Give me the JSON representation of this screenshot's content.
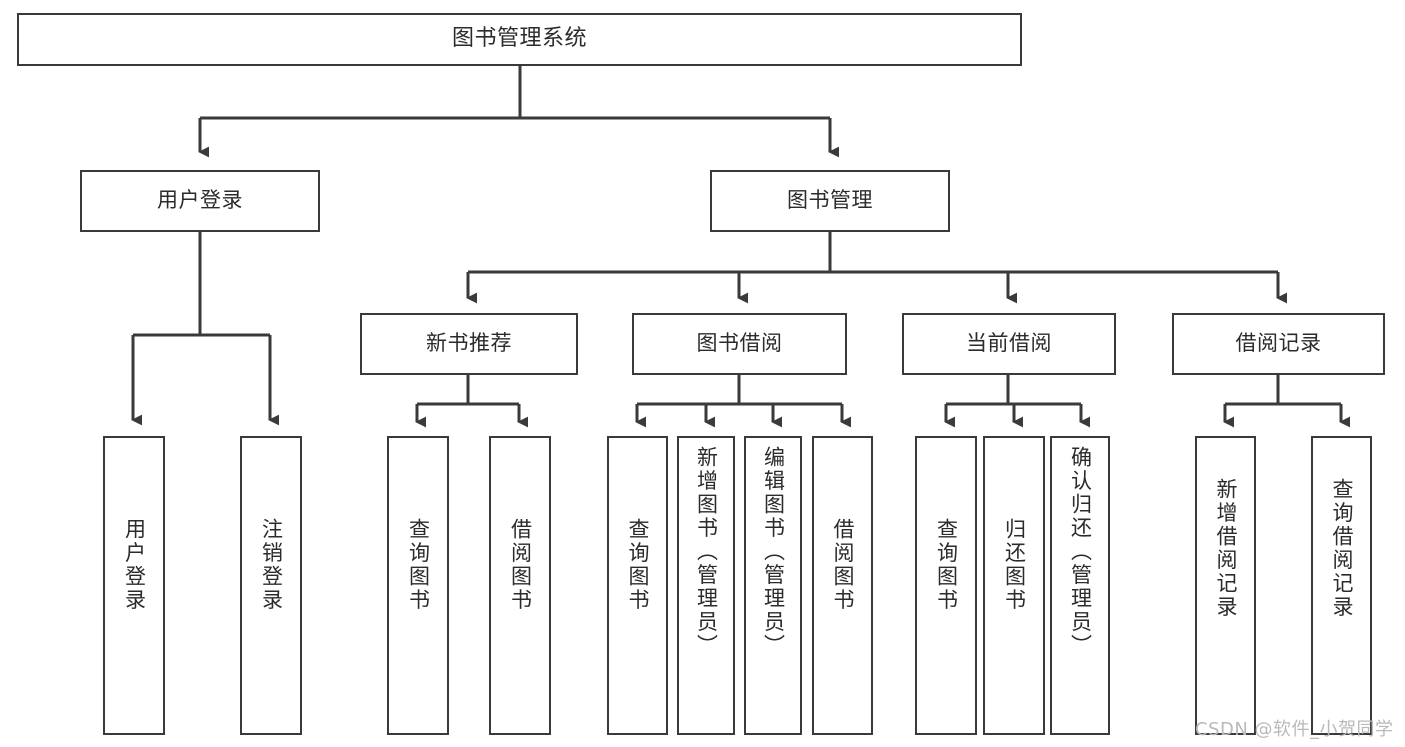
{
  "diagram": {
    "title": "图书管理系统",
    "type": "tree-hierarchy",
    "root": {
      "label": "图书管理系统"
    },
    "level1": [
      {
        "id": "user-login",
        "label": "用户登录"
      },
      {
        "id": "book-management",
        "label": "图书管理"
      }
    ],
    "level2": [
      {
        "id": "new-book-recommend",
        "label": "新书推荐",
        "parent": "book-management"
      },
      {
        "id": "book-borrow",
        "label": "图书借阅",
        "parent": "book-management"
      },
      {
        "id": "current-borrow",
        "label": "当前借阅",
        "parent": "book-management"
      },
      {
        "id": "borrow-record",
        "label": "借阅记录",
        "parent": "book-management"
      }
    ],
    "leaves": [
      {
        "id": "leaf-user-login",
        "label": "用户登录",
        "parent": "user-login"
      },
      {
        "id": "leaf-logout",
        "label": "注销登录",
        "parent": "user-login"
      },
      {
        "id": "leaf-query-book-1",
        "label": "查询图书",
        "parent": "new-book-recommend"
      },
      {
        "id": "leaf-borrow-book-1",
        "label": "借阅图书",
        "parent": "new-book-recommend"
      },
      {
        "id": "leaf-query-book-2",
        "label": "查询图书",
        "parent": "book-borrow"
      },
      {
        "id": "leaf-add-book",
        "label": "新增图书（管理员）",
        "parent": "book-borrow"
      },
      {
        "id": "leaf-edit-book",
        "label": "编辑图书（管理员）",
        "parent": "book-borrow"
      },
      {
        "id": "leaf-borrow-book-2",
        "label": "借阅图书",
        "parent": "book-borrow"
      },
      {
        "id": "leaf-query-book-3",
        "label": "查询图书",
        "parent": "current-borrow"
      },
      {
        "id": "leaf-return-book",
        "label": "归还图书",
        "parent": "current-borrow"
      },
      {
        "id": "leaf-confirm-return",
        "label": "确认归还（管理员）",
        "parent": "current-borrow"
      },
      {
        "id": "leaf-add-record",
        "label": "新增借阅记录",
        "parent": "borrow-record"
      },
      {
        "id": "leaf-query-record",
        "label": "查询借阅记录",
        "parent": "borrow-record"
      }
    ],
    "colors": {
      "stroke": "#3a3a3a",
      "fill": "#ffffff",
      "text": "#2b2b2b",
      "watermark": "#b9b9b9"
    }
  },
  "watermark": {
    "text": "CSDN @软件_小贺同学"
  }
}
